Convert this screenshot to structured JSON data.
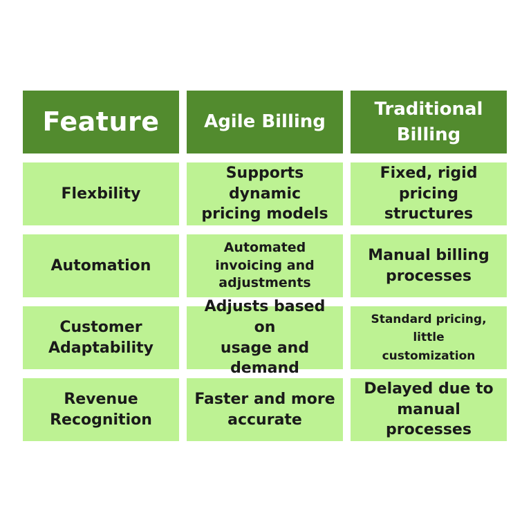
{
  "table": {
    "headers": [
      "Feature",
      "Agile Billing",
      "Traditional\nBilling"
    ],
    "rows": [
      [
        "Flexbility",
        "Supports dynamic\npricing models",
        "Fixed, rigid\npricing structures"
      ],
      [
        "Automation",
        "Automated\ninvoicing and\nadjustments",
        "Manual billing\nprocesses"
      ],
      [
        "Customer\nAdaptability",
        "Adjusts based on\nusage and demand",
        "Standard pricing,\nlittle\ncustomization"
      ],
      [
        "Revenue\nRecognition",
        "Faster and more\naccurate",
        "Delayed due to\nmanual processes"
      ]
    ]
  },
  "colors": {
    "header_bg": "#528b2e",
    "cell_bg": "#bdf293",
    "header_text": "#ffffff",
    "cell_text": "#1a1a1a"
  }
}
